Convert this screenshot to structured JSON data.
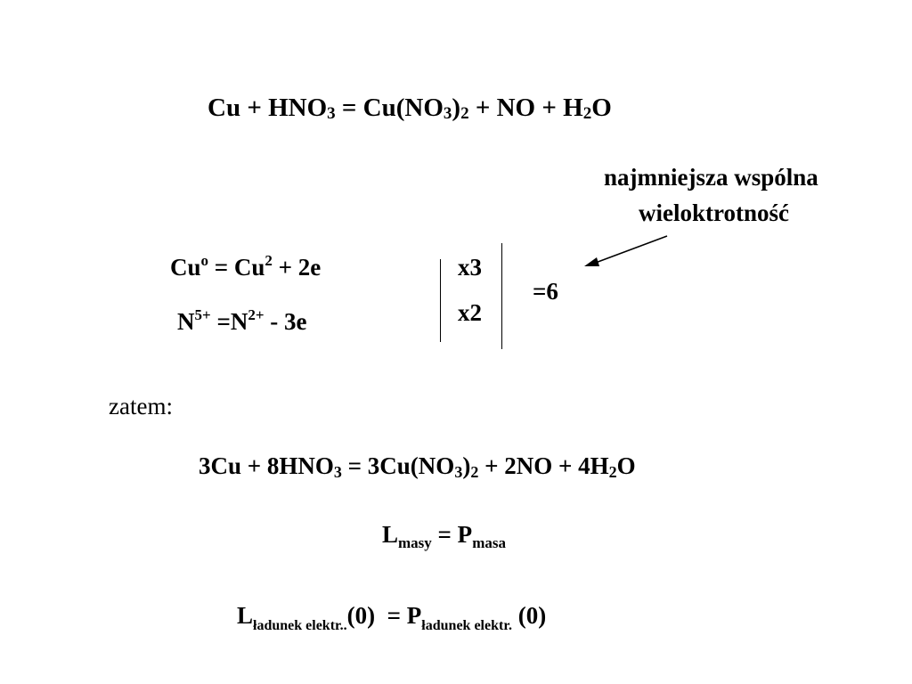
{
  "equation_unbalanced": {
    "cu": "Cu + HNO",
    "s1": "3",
    "eq": " = Cu(NO",
    "s2": "3",
    "p": ")",
    "s3": "2",
    "tail": " + NO + H",
    "s4": "2",
    "o": "O"
  },
  "note": {
    "line1": "najmniejsza wspólna",
    "line2": "wieloktrotność"
  },
  "half_reactions": {
    "cu": {
      "a": "Cu",
      "a_sup": "o",
      "b": " = Cu",
      "b_sup": "2",
      "c": " + 2e"
    },
    "n": {
      "a": "N",
      "a_sup": "5+",
      "b": " =N",
      "b_sup": "2+",
      "c": " - 3e"
    }
  },
  "multipliers": {
    "m1": "x3",
    "m2": "x2",
    "lcm": "=6"
  },
  "zatem": "zatem:",
  "equation_balanced": {
    "a": "3Cu + 8HNO",
    "s1": "3",
    "b": " = 3Cu(NO",
    "s2": "3",
    "p": ")",
    "s3": "2",
    "c": " + 2NO + 4H",
    "s4": "2",
    "o": "O"
  },
  "mass_balance": {
    "l": "L",
    "l_sub": "masy",
    "eq": " = P",
    "p_sub": "masa"
  },
  "charge_balance": {
    "l": "L",
    "l_sub": "ładunek elektr..",
    "l_val": "(0)",
    "eq": "  = P",
    "p_sub": "ładunek elektr.",
    "p_val": " (0)"
  }
}
